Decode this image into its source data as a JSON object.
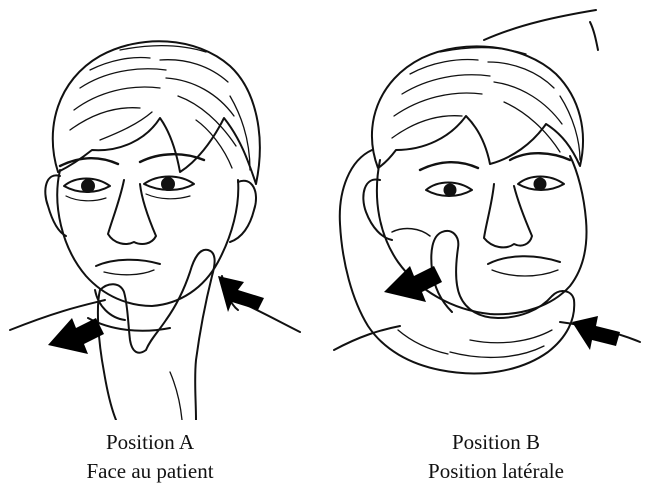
{
  "figure": {
    "panels": [
      {
        "id": "A",
        "title": "Position A",
        "subtitle": "Face au patient"
      },
      {
        "id": "B",
        "title": "Position B",
        "subtitle": "Position latérale"
      }
    ],
    "colors": {
      "ink": "#111111",
      "background": "#ffffff",
      "arrow": "#000000"
    }
  }
}
